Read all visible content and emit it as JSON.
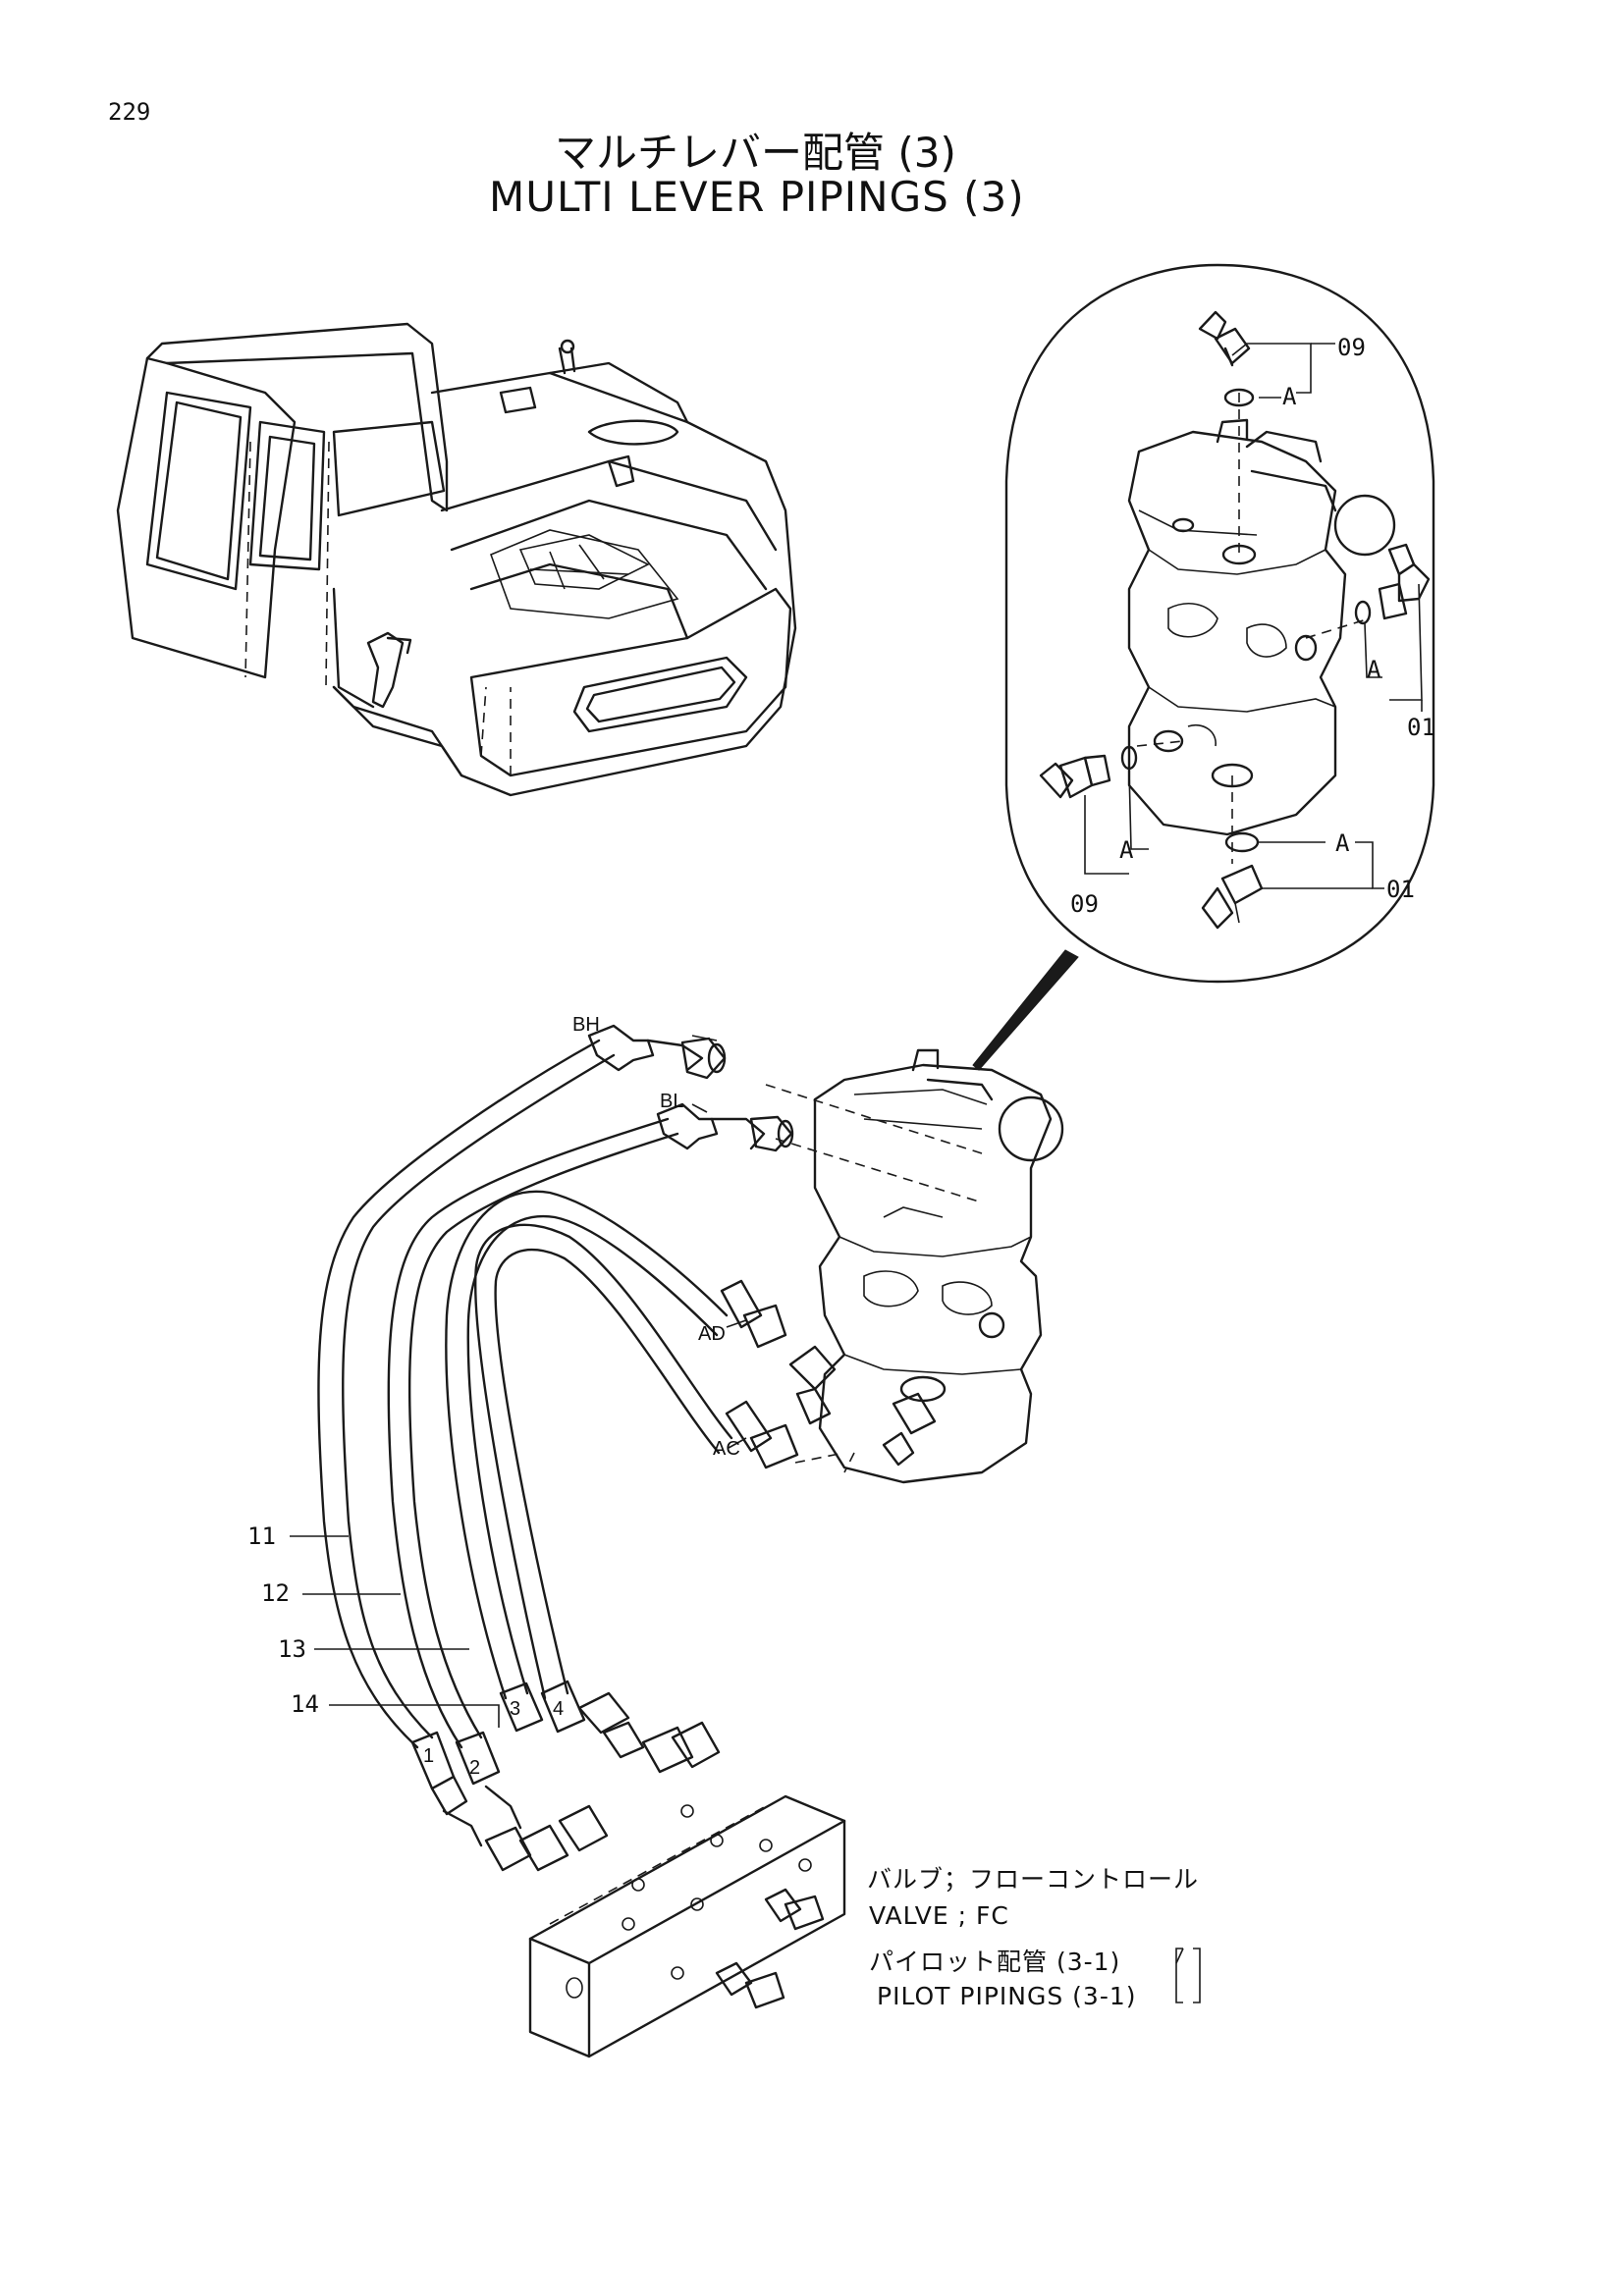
{
  "page_number": "229",
  "title_ja": "マルチレバー配管 (3)",
  "title_en": "MULTI LEVER PIPINGS (3)",
  "detail_labels": {
    "part_09_top": "09",
    "a_top": "A",
    "a_right": "A",
    "part_01_right": "01",
    "a_left": "A",
    "part_09_bottom": "09",
    "a_bottom": "A",
    "part_01_bottom": "01"
  },
  "port_labels": {
    "bh": "BH",
    "bl": "BL",
    "ad": "AD",
    "ac": "AC"
  },
  "callouts": {
    "hose_11": "11",
    "hose_12": "12",
    "hose_13": "13",
    "hose_14": "14",
    "tag_1": "1",
    "tag_2": "2",
    "tag_3": "3",
    "tag_4": "4"
  },
  "valve_note": {
    "line1_ja": "バルブ；フローコントロール",
    "line2_en": "VALVE ; FC",
    "line3_ja": "パイロット配管 (3-1)",
    "line4_en": "PILOT PIPINGS (3-1)"
  }
}
